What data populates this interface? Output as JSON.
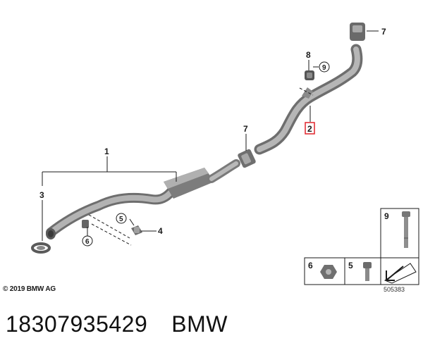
{
  "callouts": {
    "c1": "1",
    "c2": "2",
    "c3": "3",
    "c4": "4",
    "c5": "5",
    "c6": "6",
    "c7a": "7",
    "c7b": "7",
    "c8": "8",
    "c9": "9"
  },
  "legend": {
    "p9": "9",
    "p6": "6",
    "p5": "5"
  },
  "footer": {
    "copyright": "© 2019 BMW AG",
    "illustration_no": "505383"
  },
  "caption": {
    "part_number": "18307935429",
    "brand": "BMW"
  },
  "colors": {
    "pipe": "#9c9c9c",
    "pipe_dark": "#6e6e6e",
    "highlight_box": "#e0242b",
    "text": "#1a1a1a"
  }
}
